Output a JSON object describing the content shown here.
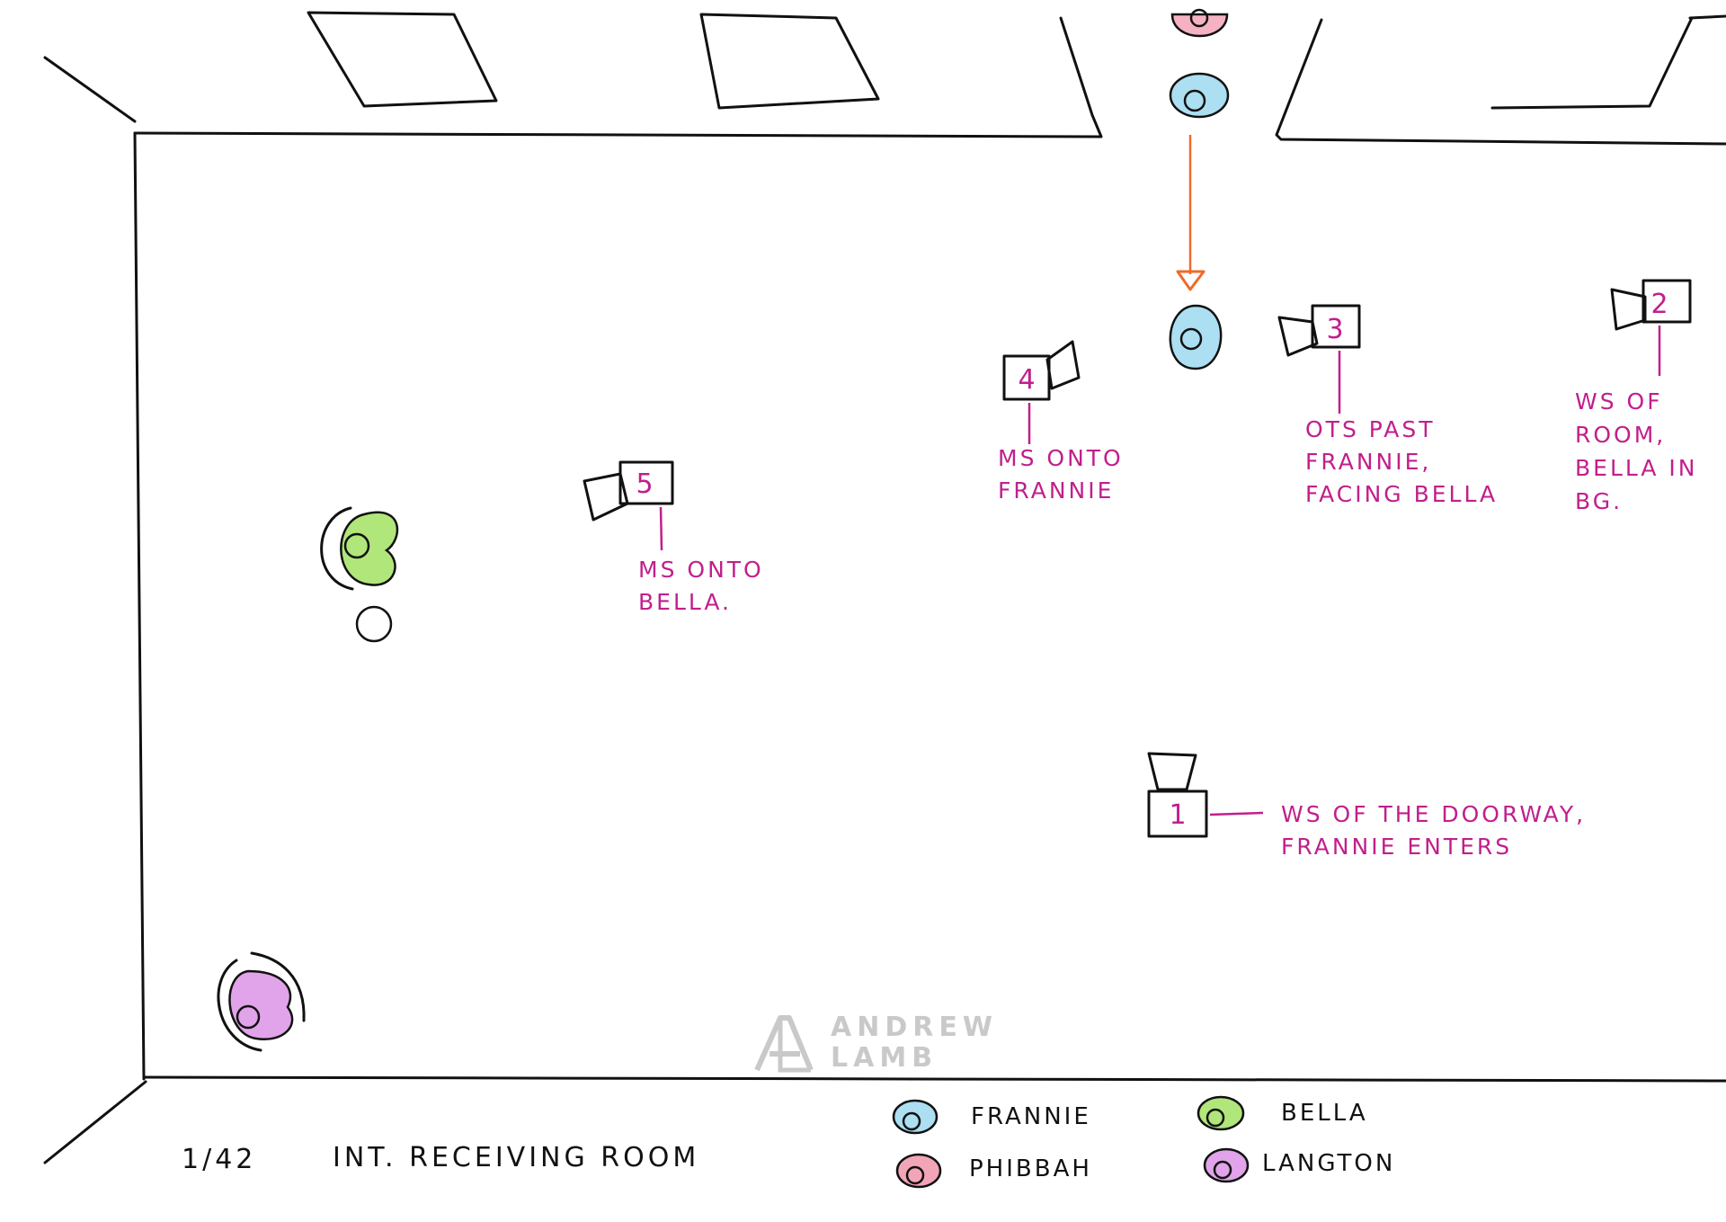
{
  "title": {
    "scene_number": "1/42",
    "scene_heading": "INT. RECEIVING ROOM"
  },
  "cameras": [
    {
      "number": "1",
      "note": "WS OF THE DOORWAY,\nFRANNIE ENTERS"
    },
    {
      "number": "2",
      "note": "WS OF\nROOM,\nBELLA IN\nBG."
    },
    {
      "number": "3",
      "note": "OTS PAST\nFRANNIE,\nFACING BELLA"
    },
    {
      "number": "4",
      "note": "MS ONTO\nFRANNIE"
    },
    {
      "number": "5",
      "note": "MS ONTO\nBELLA."
    }
  ],
  "legend": [
    {
      "name": "FRANNIE",
      "color": "#8fd4ec"
    },
    {
      "name": "BELLA",
      "color": "#9ee05a"
    },
    {
      "name": "PHIBBAH",
      "color": "#ee7f9a"
    },
    {
      "name": "LANGTON",
      "color": "#d98ce3"
    }
  ],
  "colors": {
    "ink": "#111111",
    "annotation": "#c11f8c",
    "movement_arrow": "#ef6a2a",
    "watermark": "#c9c9c9"
  },
  "watermark": {
    "line1": "ANDREW",
    "line2": "LAMB"
  }
}
